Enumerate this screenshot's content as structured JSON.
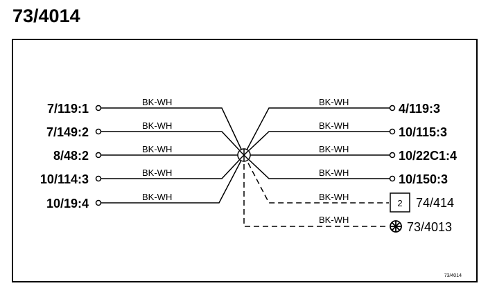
{
  "title": "73/4014",
  "wire_color": "BK-WH",
  "left_pins": [
    "7/119:1",
    "7/149:2",
    "8/48:2",
    "10/114:3",
    "10/19:4"
  ],
  "right_pins": [
    "4/119:3",
    "10/115:3",
    "10/22C1:4",
    "10/150:3"
  ],
  "connector": {
    "box_number": "2",
    "label": "74/414"
  },
  "ground": {
    "label": "73/4013"
  },
  "figure_id": "73/4014"
}
